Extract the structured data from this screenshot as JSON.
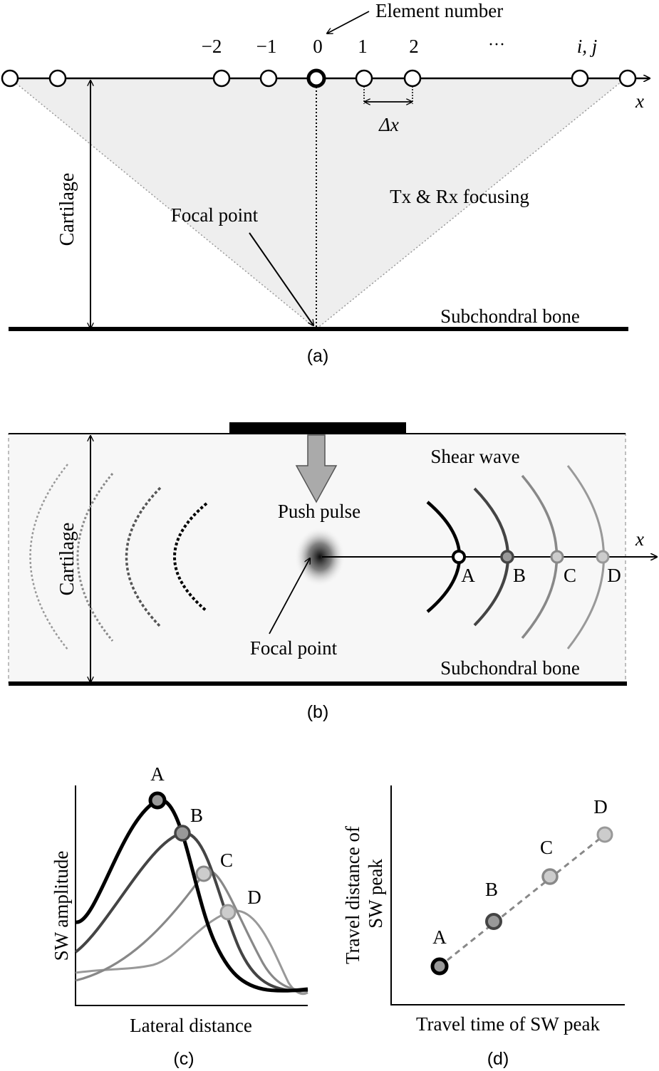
{
  "panel_a": {
    "element_number_label": "Element number",
    "element_labels": [
      "−2",
      "−1",
      "0",
      "1",
      "2",
      "···",
      "i, j"
    ],
    "x_axis": "x",
    "delta_x": "Δx",
    "cartilage": "Cartilage",
    "focal_point": "Focal point",
    "tx_rx": "Tx & Rx focusing",
    "bone": "Subchondral bone",
    "caption": "(a)"
  },
  "panel_b": {
    "shear_wave": "Shear wave",
    "push_pulse": "Push pulse",
    "x_axis": "x",
    "cartilage": "Cartilage",
    "focal_point": "Focal point",
    "bone": "Subchondral bone",
    "points": [
      "A",
      "B",
      "C",
      "D"
    ],
    "caption": "(b)"
  },
  "panel_c": {
    "ylabel": "SW amplitude",
    "xlabel": "Lateral distance",
    "peaks": [
      "A",
      "B",
      "C",
      "D"
    ],
    "caption": "(c)"
  },
  "panel_d": {
    "ylabel_line1": "Travel distance of",
    "ylabel_line2": "SW peak",
    "xlabel": "Travel time of SW peak",
    "points": [
      "A",
      "B",
      "C",
      "D"
    ],
    "caption": "(d)"
  },
  "colors": {
    "black": "#000000",
    "dark_gray": "#444444",
    "mid_gray": "#777777",
    "light_gray": "#999999",
    "fill_gray": "#eeeeee"
  }
}
